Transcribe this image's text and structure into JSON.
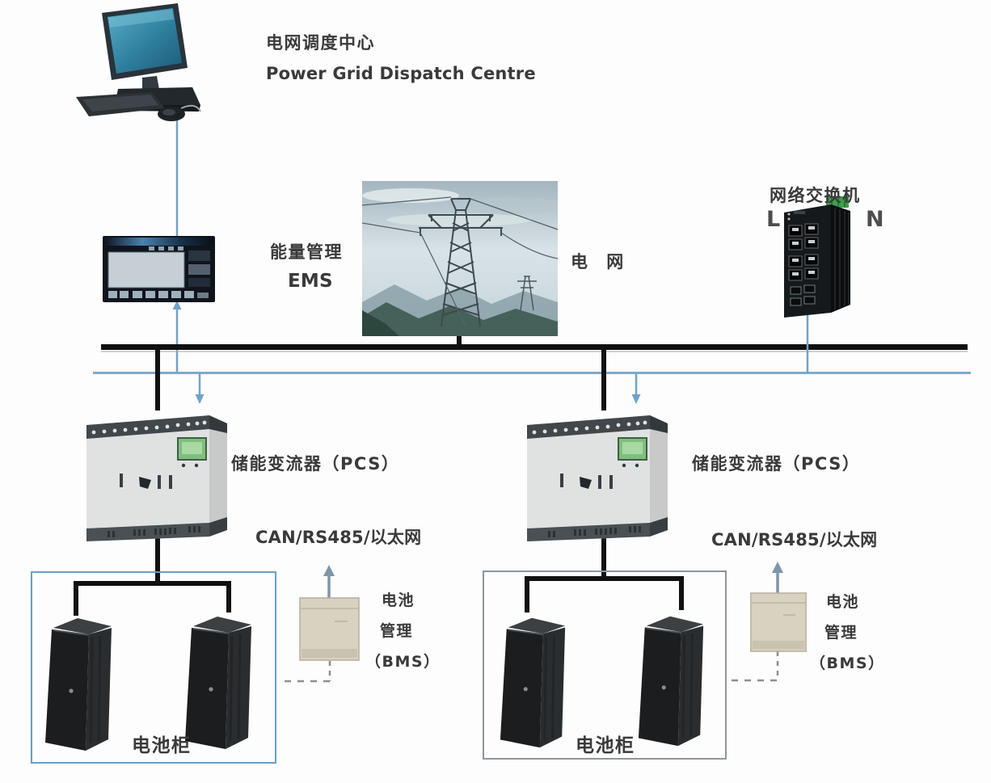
{
  "diagram": {
    "dispatch_center": {
      "label_zh": "电网调度中心",
      "label_en": "Power Grid Dispatch Centre"
    },
    "ems": {
      "label_zh": "能量管理",
      "label_en": "EMS"
    },
    "grid": {
      "label_zh": "电 网"
    },
    "network_switch": {
      "label_zh": "网络交换机",
      "label_partial_left": "L",
      "label_partial_right": "N"
    },
    "pcs": {
      "label": "储能变流器（PCS）",
      "bus_label": "CAN/RS485/以太网"
    },
    "bms": {
      "line1": "电池",
      "line2": "管理",
      "line3": "（BMS）"
    },
    "battery_cabinet": {
      "label": "电池柜"
    },
    "colors": {
      "bus_black": "#111111",
      "bus_blue": "#6fa3c9",
      "battery_box_left_border": "#6d9dc0",
      "battery_box_right_border": "#8e969b",
      "bms_box_fill": "#d8d2c1",
      "pcs_screen_green": "#7fbf7d",
      "monitor_screen_teal": "#3a8aa8"
    }
  }
}
